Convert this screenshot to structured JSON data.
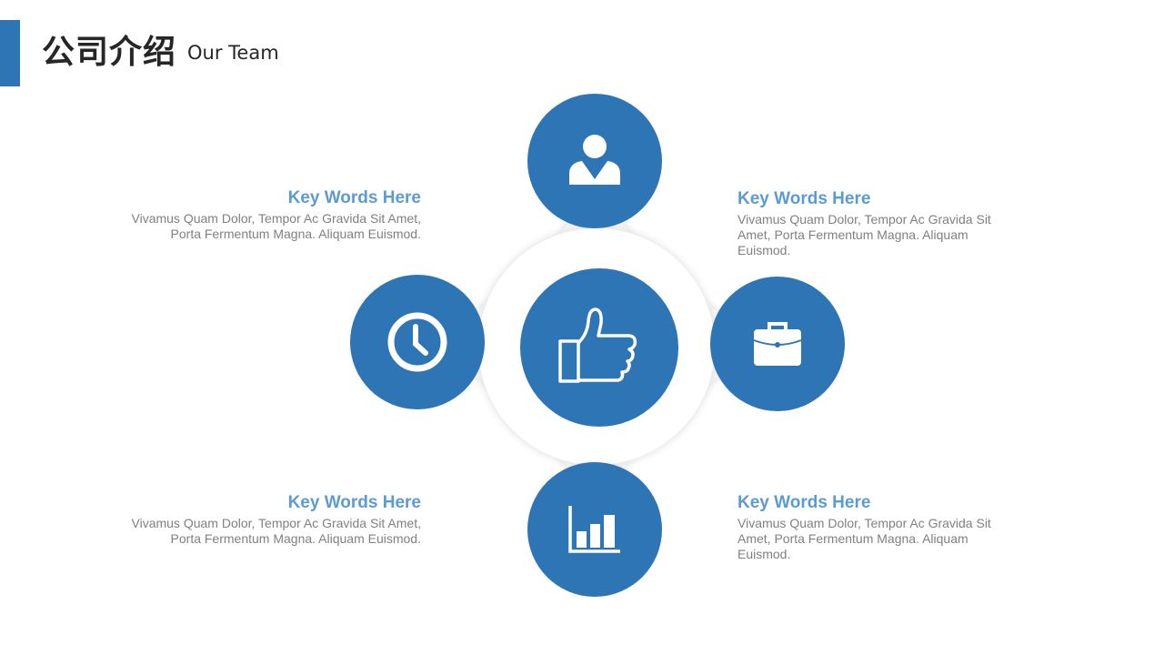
{
  "header": {
    "title_cn": "公司介绍",
    "title_en": "Our Team"
  },
  "colors": {
    "accent": "#2E75B6",
    "heading": "#5B9BD5",
    "body": "#808080"
  },
  "nodes": [
    {
      "position": "top",
      "icon": "person-icon"
    },
    {
      "position": "left",
      "icon": "clock-icon"
    },
    {
      "position": "center",
      "icon": "thumbs-up-icon"
    },
    {
      "position": "right",
      "icon": "briefcase-icon"
    },
    {
      "position": "bottom",
      "icon": "bar-chart-icon"
    }
  ],
  "blocks": [
    {
      "title": "Key Words Here",
      "text": "Vivamus Quam Dolor, Tempor Ac Gravida Sit Amet, Porta Fermentum Magna. Aliquam Euismod."
    },
    {
      "title": "Key Words Here",
      "text": "Vivamus Quam Dolor, Tempor Ac Gravida Sit Amet, Porta Fermentum Magna. Aliquam Euismod."
    },
    {
      "title": "Key Words Here",
      "text": "Vivamus Quam Dolor, Tempor Ac Gravida Sit Amet, Porta Fermentum Magna. Aliquam Euismod."
    },
    {
      "title": "Key Words Here",
      "text": "Vivamus Quam Dolor, Tempor Ac Gravida Sit Amet, Porta Fermentum Magna. Aliquam Euismod."
    }
  ]
}
